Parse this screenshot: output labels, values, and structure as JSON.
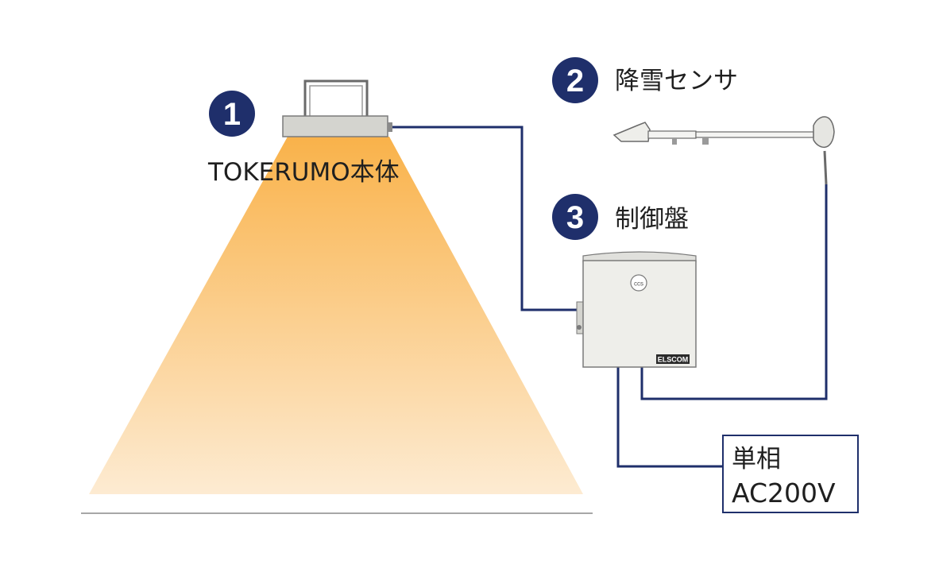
{
  "components": [
    {
      "number": "1",
      "label": "TOKERUMO本体"
    },
    {
      "number": "2",
      "label": "降雪センサ"
    },
    {
      "number": "3",
      "label": "制御盤"
    }
  ],
  "power_supply": {
    "line1": "単相",
    "line2": "AC200V"
  },
  "control_panel": {
    "brand": "ELSCOM",
    "badge": "ccs"
  },
  "colors": {
    "badge": "#1f2f6b",
    "wire": "#1f2f6b",
    "light_top": "#f9b24a",
    "light_bottom": "#fdebd2",
    "unit_body": "#d4d4cf",
    "panel_body": "#eeeeea",
    "ground": "#8a8a8a"
  }
}
